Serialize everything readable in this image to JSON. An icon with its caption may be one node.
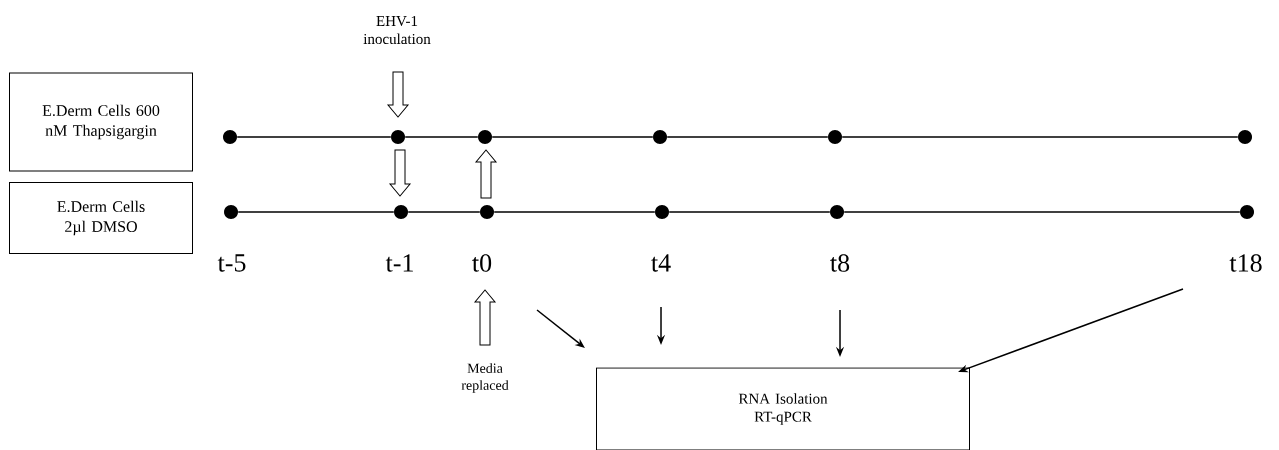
{
  "diagram": {
    "nodes": [
      {
        "text": [
          "EHV-1 inoculation"
        ]
      },
      {
        "text": [
          "E.Derm Cells 600 nM Thapsigargin"
        ]
      },
      {
        "text": [],
        "shape": "circle"
      },
      {
        "text": [],
        "shape": "circle"
      },
      {
        "text": [],
        "shape": "circle"
      },
      {
        "text": [],
        "shape": "circle"
      },
      {
        "text": [],
        "shape": "circle"
      },
      {
        "text": [],
        "shape": "circle"
      },
      {
        "text": [
          "E.Derm Cells 2µl DMSO"
        ]
      },
      {
        "text": [],
        "shape": "circle"
      },
      {
        "text": [],
        "shape": "circle"
      },
      {
        "text": [],
        "shape": "circle"
      },
      {
        "text": [],
        "shape": "circle"
      },
      {
        "text": [],
        "shape": "circle"
      },
      {
        "text": [],
        "shape": "circle"
      },
      {
        "text": [
          "t0"
        ]
      },
      {
        "text": [
          "t4"
        ]
      },
      {
        "text": [
          "t8"
        ]
      },
      {
        "text": [
          "t18"
        ]
      },
      {
        "text": [
          "Media replaced"
        ]
      },
      {
        "text": [
          "RNA Isolation RT-qPCR"
        ]
      }
    ],
    "edges": [
      {
        "from": 0,
        "to": 3,
        "arrow": "to",
        "style": "thick"
      },
      {
        "from": 3,
        "to": 10,
        "arrow": "to",
        "style": "thick"
      },
      {
        "from": 11,
        "to": 4,
        "arrow": "to",
        "style": "thick"
      },
      {
        "from": 19,
        "to": 15,
        "arrow": "to",
        "style": "thick"
      },
      {
        "from": 2,
        "to": 3,
        "arrow": "none"
      },
      {
        "from": 3,
        "to": 4,
        "arrow": "none"
      },
      {
        "from": 4,
        "to": 5,
        "arrow": "none"
      },
      {
        "from": 5,
        "to": 6,
        "arrow": "none"
      },
      {
        "from": 6,
        "to": 7,
        "arrow": "none"
      },
      {
        "from": 9,
        "to": 10,
        "arrow": "none"
      },
      {
        "from": 10,
        "to": 11,
        "arrow": "none"
      },
      {
        "from": 11,
        "to": 12,
        "arrow": "none"
      },
      {
        "from": 12,
        "to": 13,
        "arrow": "none"
      },
      {
        "from": 13,
        "to": 14,
        "arrow": "none"
      },
      {
        "from": 15,
        "to": 20,
        "arrow": "to"
      },
      {
        "from": 16,
        "to": 20,
        "arrow": "to"
      },
      {
        "from": 17,
        "to": 20,
        "arrow": "to"
      },
      {
        "from": 18,
        "to": 20,
        "arrow": "to"
      }
    ],
    "labels": [
      "t-5",
      "t-1"
    ]
  }
}
